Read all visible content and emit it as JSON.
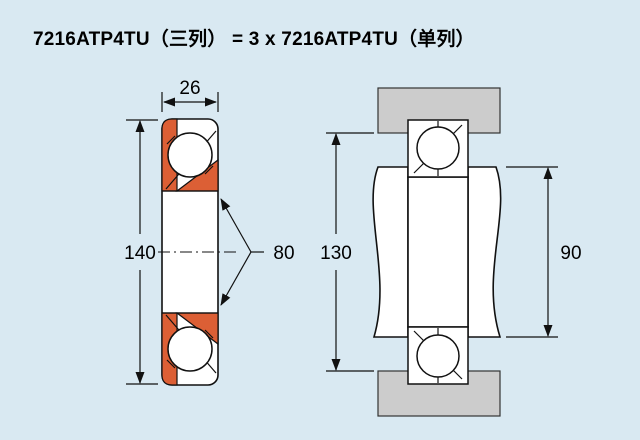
{
  "title": "7216ATP4TU（三列） = 3 x 7216ATP4TU（单列）",
  "colors": {
    "background": "#d9e9f2",
    "accent_orange": "#dc5f35",
    "housing_gray": "#cccccc",
    "line": "#111111"
  },
  "left_view": {
    "description": "single bearing cross-section with highlighted rings",
    "dim_width": "26",
    "dim_outer_diameter": "140",
    "dim_bore": "80"
  },
  "right_view": {
    "description": "bearing mounted on shaft in housing",
    "dim_housing_shoulder": "130",
    "dim_shaft_shoulder": "90"
  }
}
